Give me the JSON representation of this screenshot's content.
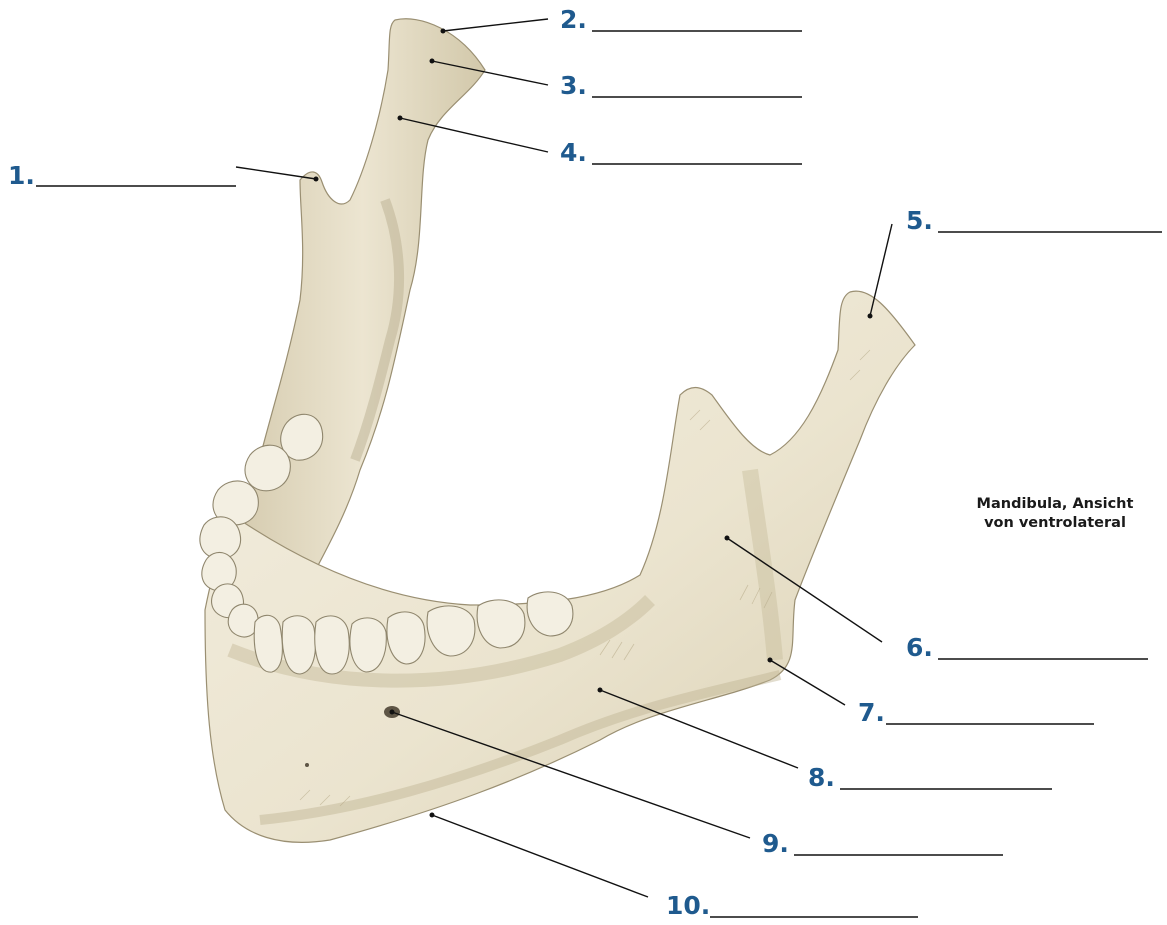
{
  "labels": [
    {
      "number": "1.",
      "answer": ""
    },
    {
      "number": "2.",
      "answer": ""
    },
    {
      "number": "3.",
      "answer": ""
    },
    {
      "number": "4.",
      "answer": ""
    },
    {
      "number": "5.",
      "answer": ""
    },
    {
      "number": "6.",
      "answer": ""
    },
    {
      "number": "7.",
      "answer": ""
    },
    {
      "number": "8.",
      "answer": ""
    },
    {
      "number": "9.",
      "answer": ""
    },
    {
      "number": "10.",
      "answer": ""
    }
  ],
  "caption": {
    "line1": "Mandibula, Ansicht",
    "line2": "von ventrolateral"
  },
  "colors": {
    "label_number": "#1f5a8e",
    "bone_fill": "#ece6d2",
    "bone_shadow": "#c9c0a3",
    "tooth_fill": "#f3efe2"
  }
}
